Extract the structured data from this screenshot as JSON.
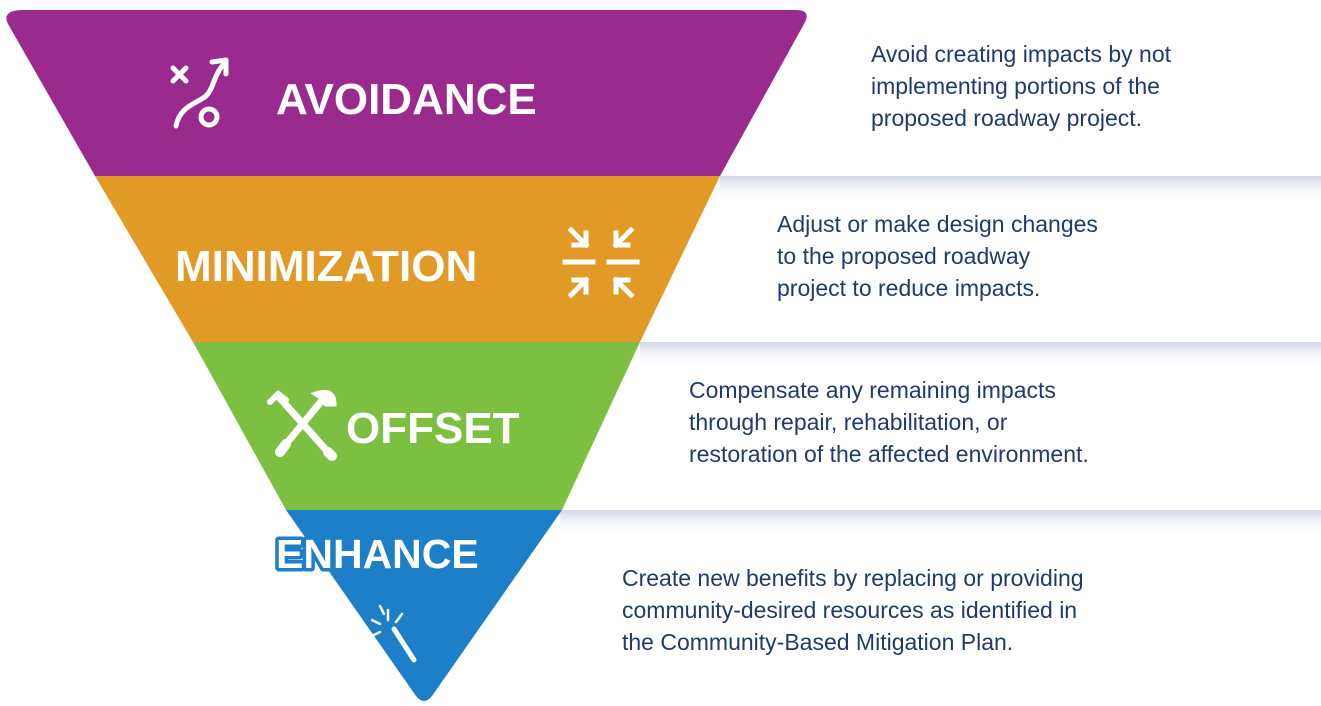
{
  "tiers": [
    {
      "id": "avoidance",
      "label": "AVOIDANCE",
      "color": "#9b2a8f",
      "icon": "route-avoid-icon",
      "description": [
        "Avoid creating impacts by not",
        "implementing portions of the",
        "proposed roadway project."
      ]
    },
    {
      "id": "minimization",
      "label": "MINIMIZATION",
      "color": "#e29a27",
      "icon": "arrows-inward-icon",
      "description": [
        "Adjust or make design changes",
        "to the proposed roadway",
        "project to reduce impacts."
      ]
    },
    {
      "id": "offset",
      "label": "OFFSET",
      "color": "#7dbf40",
      "icon": "tools-wrench-screwdriver-icon",
      "description": [
        "Compensate any remaining impacts",
        "through repair, rehabilitation, or",
        "restoration of the affected environment."
      ]
    },
    {
      "id": "enhance",
      "label": "ENHANCE",
      "color": "#1c7fc7",
      "icon": "magic-wand-icon",
      "description": [
        "Create new benefits by replacing or providing",
        "community-desired resources as identified in",
        "the Community-Based Mitigation Plan."
      ]
    }
  ],
  "colors": {
    "text": "#1e3a73",
    "shadow": "#d3d9e6"
  }
}
